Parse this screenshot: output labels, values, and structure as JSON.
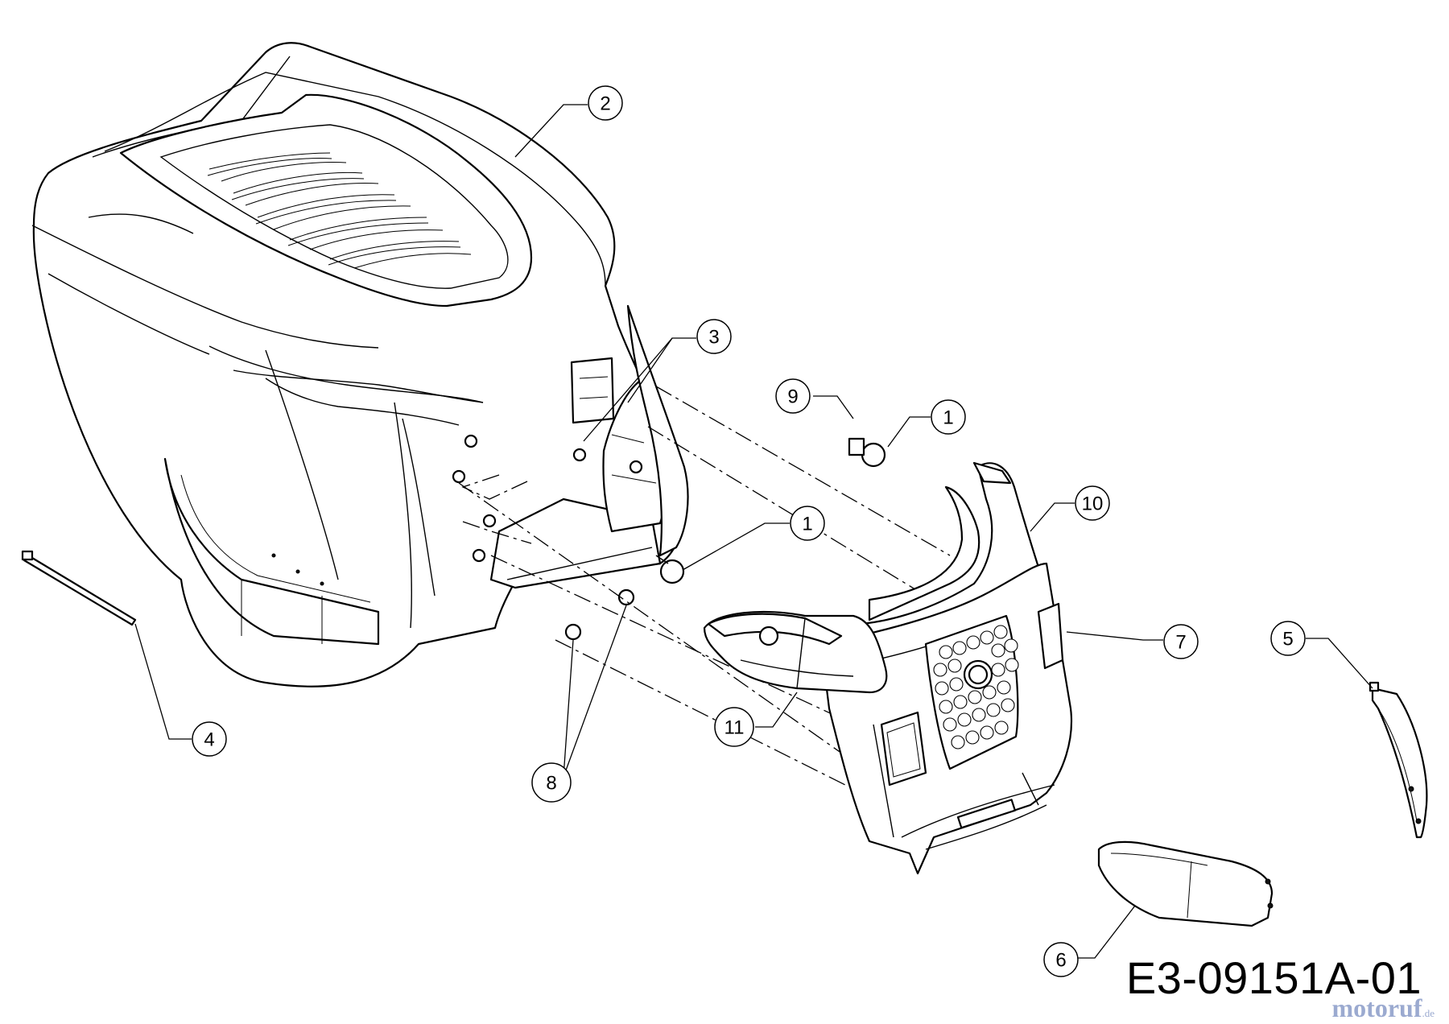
{
  "callouts": [
    {
      "id": "c2",
      "label": "2"
    },
    {
      "id": "c3",
      "label": "3"
    },
    {
      "id": "c9",
      "label": "9"
    },
    {
      "id": "c1a",
      "label": "1"
    },
    {
      "id": "c1b",
      "label": "1"
    },
    {
      "id": "c10",
      "label": "10"
    },
    {
      "id": "c7",
      "label": "7"
    },
    {
      "id": "c5",
      "label": "5"
    },
    {
      "id": "c4",
      "label": "4"
    },
    {
      "id": "c11",
      "label": "11"
    },
    {
      "id": "c8",
      "label": "8"
    },
    {
      "id": "c6",
      "label": "6"
    }
  ],
  "drawing_code": "E3-09151A-01",
  "watermark": "motoruf",
  "watermark_suffix": ".de",
  "colors": {
    "line": "#000000",
    "background": "#ffffff",
    "watermark": "#8a9cc8"
  }
}
